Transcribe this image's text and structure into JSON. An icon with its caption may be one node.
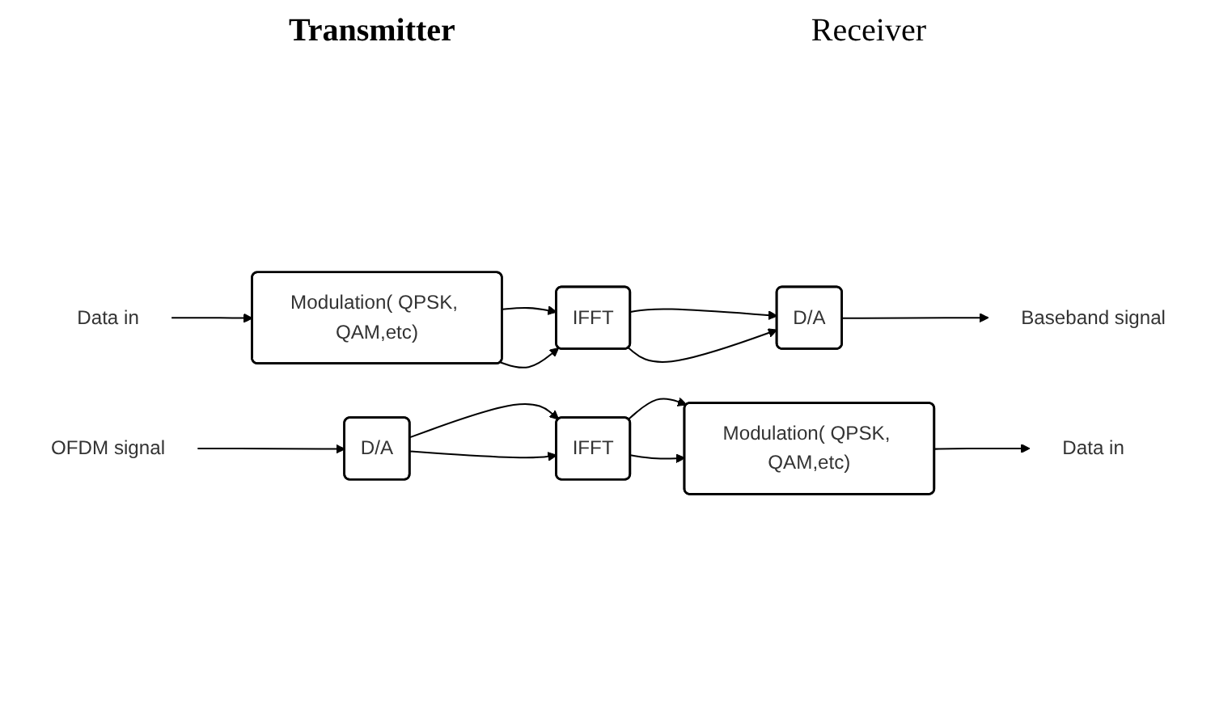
{
  "diagram": {
    "nodes": [
      {
        "text": [
          "Data in"
        ]
      },
      {
        "text": [
          "Modulation( QPSK, QAM,etc)"
        ]
      },
      {
        "text": [
          "IFFT"
        ]
      },
      {
        "text": [
          "D/A"
        ]
      },
      {
        "text": [
          "Baseband signal"
        ]
      },
      {
        "text": [
          "Data in"
        ]
      },
      {
        "text": [
          "Modulation( QPSK, QAM,etc)"
        ]
      },
      {
        "text": [
          "IFFT"
        ]
      },
      {
        "text": [
          "D/A"
        ]
      },
      {
        "text": [
          "OFDM signal"
        ]
      }
    ],
    "edges": [
      {
        "from": 0,
        "to": 1,
        "arrow": "to"
      },
      {
        "from": 1,
        "to": 2,
        "arrow": "to"
      },
      {
        "from": 1,
        "to": 2,
        "arrow": "to"
      },
      {
        "from": 2,
        "to": 3,
        "arrow": "to"
      },
      {
        "from": 2,
        "to": 3,
        "arrow": "to"
      },
      {
        "from": 3,
        "to": 4,
        "arrow": "to"
      },
      {
        "from": 9,
        "to": 8,
        "arrow": "to"
      },
      {
        "from": 8,
        "to": 7,
        "arrow": "to"
      },
      {
        "from": 8,
        "to": 7,
        "arrow": "to"
      },
      {
        "from": 7,
        "to": 6,
        "arrow": "to"
      },
      {
        "from": 7,
        "to": 6,
        "arrow": "to"
      },
      {
        "from": 6,
        "to": 5,
        "arrow": "to"
      }
    ],
    "labels": [
      "Transmitter",
      "Receiver"
    ]
  }
}
